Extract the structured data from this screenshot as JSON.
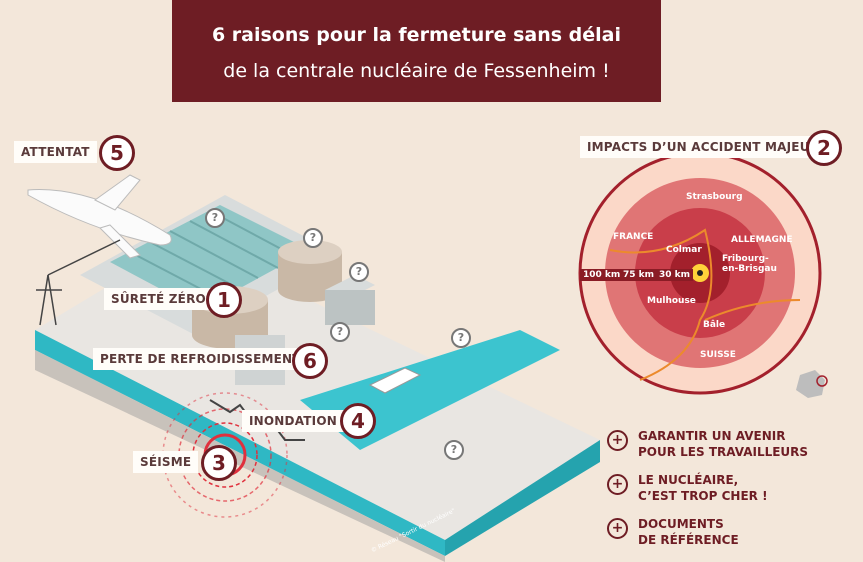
{
  "banner": {
    "title": "6 raisons pour la fermeture sans délai",
    "subtitle": "de la centrale nucléaire de Fessenheim !"
  },
  "reasons": [
    {
      "label": "ATTENTAT",
      "number": "5"
    },
    {
      "label": "SÛRETÉ ZÉRO",
      "number": "1"
    },
    {
      "label": "PERTE DE REFROIDISSEMENT",
      "number": "6"
    },
    {
      "label": "INONDATION",
      "number": "4"
    },
    {
      "label": "SÉISME",
      "number": "3"
    },
    {
      "label": "IMPACTS D’UN ACCIDENT MAJEUR",
      "number": "2"
    }
  ],
  "question_mark": "?",
  "map": {
    "regions": [
      "FRANCE",
      "ALLEMAGNE",
      "SUISSE"
    ],
    "cities": [
      "Strasbourg",
      "Colmar",
      "Fribourg-\nen-Brisgau",
      "Mulhouse",
      "Bâle"
    ],
    "radii": [
      "100 km",
      "75 km",
      "30 km"
    ]
  },
  "links": [
    "GARANTIR UN AVENIR\nPOUR LES TRAVAILLEURS",
    "LE NUCLÉAIRE,\nC’EST TROP CHER !",
    "DOCUMENTS\nDE RÉFÉRENCE"
  ],
  "plus_symbol": "+",
  "credit": "© Réseau \"Sortir du nucléaire\"",
  "colors": {
    "accent": "#6e1d24",
    "background": "#f3e7da",
    "water": "#2fb8c4"
  }
}
